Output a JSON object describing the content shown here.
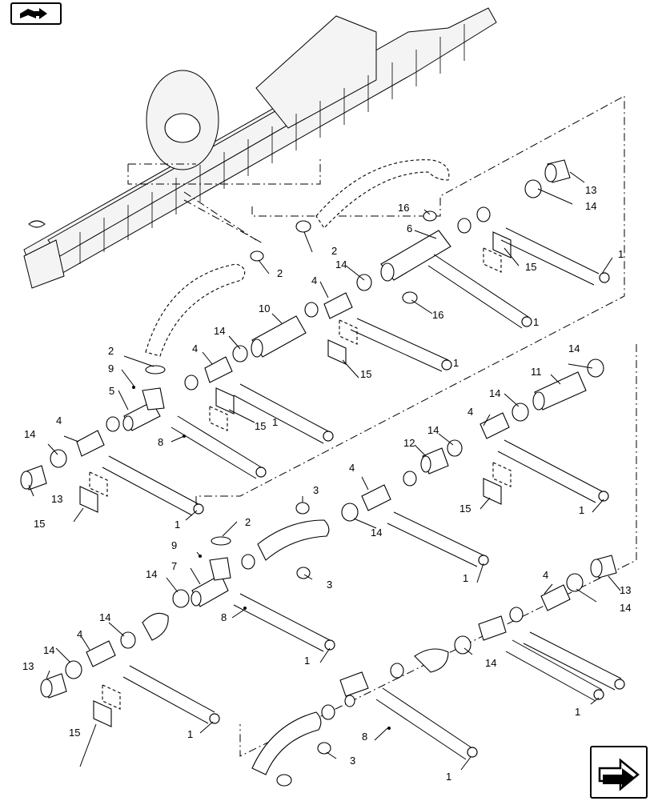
{
  "nav": {
    "top_icon": "book-arrow-icon",
    "bottom_icon": "next-page-arrow-icon"
  },
  "labels": {
    "l1": "1",
    "l2": "2",
    "l3": "3",
    "l4": "4",
    "l5": "5",
    "l6": "6",
    "l7": "7",
    "l8": "8",
    "l9": "9",
    "l10": "10",
    "l11": "11",
    "l12": "12",
    "l13": "13",
    "l14": "14",
    "l15": "15",
    "l16": "16"
  }
}
